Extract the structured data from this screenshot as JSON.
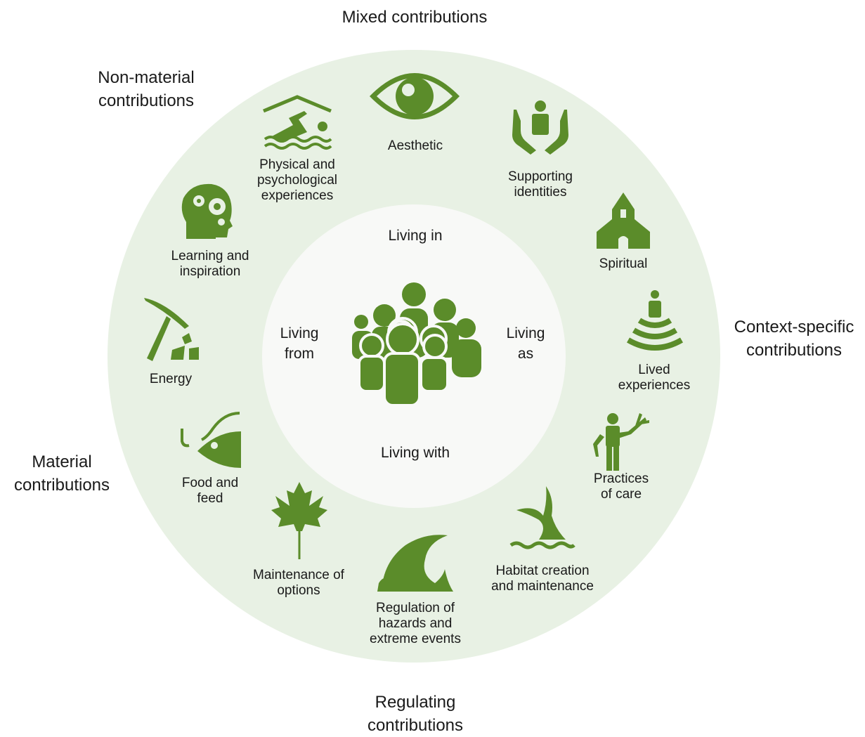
{
  "categories": {
    "top": [
      "Mixed contributions"
    ],
    "top_left": [
      "Non-material",
      "contributions"
    ],
    "right": [
      "Context-specific",
      "contributions"
    ],
    "left": [
      "Material",
      "contributions"
    ],
    "bottom": [
      "Regulating",
      "contributions"
    ]
  },
  "center": {
    "icon": "people-group-icon",
    "living_in": "Living in",
    "living_from": [
      "Living",
      "from"
    ],
    "living_as": [
      "Living",
      "as"
    ],
    "living_with": "Living with"
  },
  "ring_items": [
    {
      "icon": "eye-icon",
      "lines": [
        "Aesthetic"
      ]
    },
    {
      "icon": "hands-holding-person-icon",
      "lines": [
        "Supporting",
        "identities"
      ]
    },
    {
      "icon": "church-icon",
      "lines": [
        "Spiritual"
      ]
    },
    {
      "icon": "person-sound-waves-icon",
      "lines": [
        "Lived",
        "experiences"
      ]
    },
    {
      "icon": "person-holding-branch-icon",
      "lines": [
        "Practices",
        "of care"
      ]
    },
    {
      "icon": "whale-tail-icon",
      "lines": [
        "Habitat creation",
        "and maintenance"
      ]
    },
    {
      "icon": "wave-icon",
      "lines": [
        "Regulation of",
        "hazards and",
        "extreme events"
      ]
    },
    {
      "icon": "maple-leaf-icon",
      "lines": [
        "Maintenance of",
        "options"
      ]
    },
    {
      "icon": "fish-hook-icon",
      "lines": [
        "Food and",
        "feed"
      ]
    },
    {
      "icon": "pickaxe-icon",
      "lines": [
        "Energy"
      ]
    },
    {
      "icon": "head-gears-icon",
      "lines": [
        "Learning and",
        "inspiration"
      ]
    },
    {
      "icon": "swimmer-icon",
      "lines": [
        "Physical and",
        "psychological",
        "experiences"
      ]
    }
  ],
  "colors": {
    "icon_green": "#5b8c2a",
    "ring_fill": "#e8f1e4",
    "inner_fill": "#f8f9f7",
    "text": "#1a1a1a"
  }
}
